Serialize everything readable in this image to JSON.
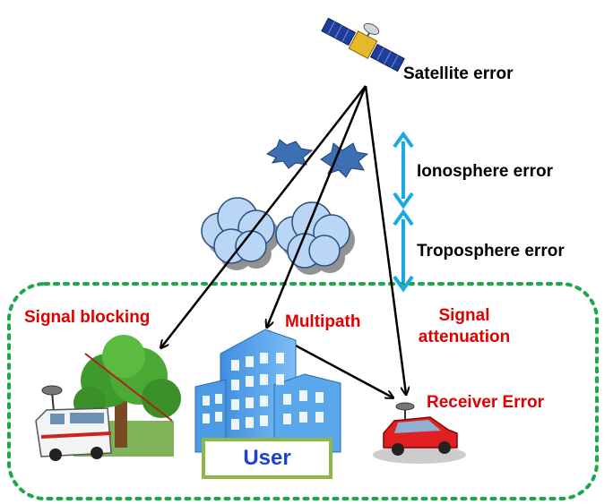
{
  "labels": {
    "satellite_error": "Satellite error",
    "ionosphere_error": "Ionosphere error",
    "troposphere_error": "Troposphere error",
    "signal_blocking": "Signal blocking",
    "multipath": "Multipath",
    "signal_attenuation_line1": "Signal",
    "signal_attenuation_line2": "attenuation",
    "receiver_error": "Receiver Error",
    "user": "User"
  },
  "colors": {
    "error_red": "#e00000",
    "label_black": "#000000",
    "user_blue": "#1d3fd6",
    "user_border": "#8cb84a",
    "dashed_boundary": "#1aa84a",
    "layer_arrow": "#17a9e3",
    "cloud": "#b9d6f5",
    "burst": "#3c6fb3"
  },
  "icons": [
    "satellite-icon",
    "ionosphere-burst-icon",
    "troposphere-cloud-icon",
    "tree-icon",
    "van-icon",
    "building-icon",
    "car-icon"
  ]
}
